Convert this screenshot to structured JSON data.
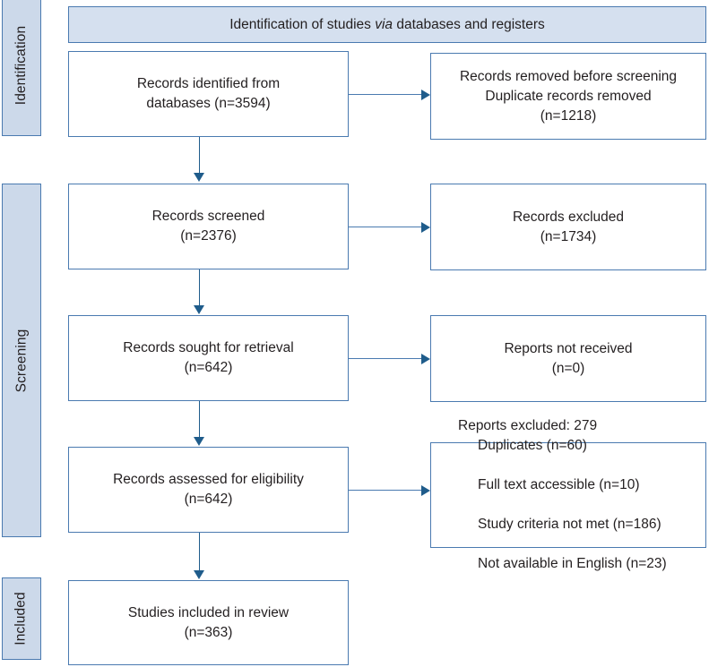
{
  "diagram": {
    "type": "prisma-flow-diagram",
    "title_banner": {
      "text_before_italic": "Identification of studies ",
      "italic_word": "via",
      "text_after_italic": " databases and registers",
      "full_text": "Identification of studies via databases and registers"
    },
    "stages": [
      {
        "id": "identification",
        "label": "Identification"
      },
      {
        "id": "screening",
        "label": "Screening"
      },
      {
        "id": "included",
        "label": "Included"
      }
    ],
    "left_boxes": [
      {
        "id": "records-identified",
        "line1": "Records identified from",
        "line2": "databases (n=3594)",
        "text": "Records identified from\ndatabases (n=3594)",
        "count": 3594
      },
      {
        "id": "records-screened",
        "line1": "Records screened",
        "line2": "(n=2376)",
        "text": "Records screened\n(n=2376)",
        "count": 2376
      },
      {
        "id": "records-sought",
        "line1": "Records sought for retrieval",
        "line2": "(n=642)",
        "text": "Records sought for retrieval\n(n=642)",
        "count": 642
      },
      {
        "id": "records-assessed",
        "line1": "Records assessed for eligibility",
        "line2": "(n=642)",
        "text": "Records assessed for eligibility\n(n=642)",
        "count": 642
      },
      {
        "id": "studies-included",
        "line1": "Studies included in review",
        "line2": "(n=363)",
        "text": "Studies included in review\n(n=363)",
        "count": 363
      }
    ],
    "right_boxes": [
      {
        "id": "records-removed",
        "text": "Records removed before screening\nDuplicate records removed\n(n=1218)",
        "count": 1218
      },
      {
        "id": "records-excluded",
        "text": "Records excluded\n(n=1734)",
        "count": 1734
      },
      {
        "id": "reports-not-received",
        "text": "Reports not received\n(n=0)",
        "count": 0
      }
    ],
    "reports_excluded": {
      "id": "reports-excluded",
      "heading": "Reports excluded: 279",
      "total": 279,
      "reasons": [
        {
          "label": "Duplicates (n=60)",
          "count": 60
        },
        {
          "label": "Full text accessible (n=10)",
          "count": 10
        },
        {
          "label": "Study criteria not met (n=186)",
          "count": 186
        },
        {
          "label": "Not available in English (n=23)",
          "count": 23
        }
      ]
    },
    "colors": {
      "band_fill": "#ccd9ea",
      "banner_fill": "#d5e0ef",
      "box_border": "#4a7ab0",
      "arrow": "#1f5c8b",
      "text": "#231f20",
      "background": "#ffffff"
    }
  }
}
